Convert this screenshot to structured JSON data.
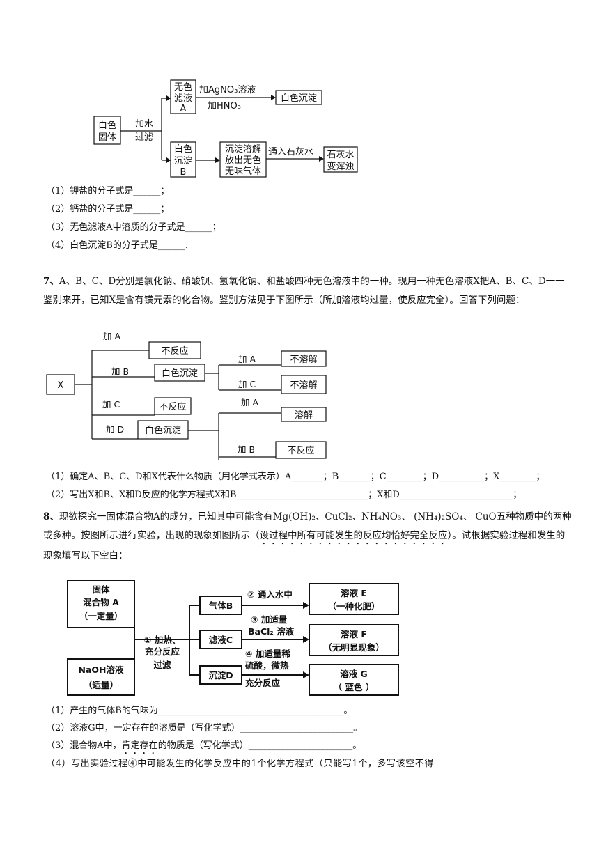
{
  "flow1": {
    "white_solid": [
      "白色",
      "固体"
    ],
    "add_water": "加水",
    "filter": "过滤",
    "filtrate_a": [
      "无色",
      "滤液",
      "A"
    ],
    "reagent_top": "加AgNO₃溶液",
    "reagent_bottom": "加HNO₃",
    "white_precipitate_result": "白色沉淀",
    "precipitate_b": [
      "白色",
      "沉淀",
      "B"
    ],
    "dissolve_box": [
      "沉淀溶解",
      "放出无色",
      "无味气体"
    ],
    "pass_limewater": "通入石灰水",
    "limewater_box": [
      "石灰水",
      "变浑浊"
    ]
  },
  "q6": {
    "items": [
      "（1）钾盐的分子式是______；",
      "（2）钙盐的分子式是______；",
      "（3）无色滤液A中溶质的分子式是______；",
      "（4）白色沉淀B的分子式是______."
    ]
  },
  "q7": {
    "number": "7、",
    "stem": "A、B、C、D分别是氯化钠、硝酸钡、氢氧化钠、和盐酸四种无色溶液中的一种。现用一种无色溶液X把A、B、C、D一一鉴别来开，已知X是含有镁元素的化合物。鉴别方法见于下图所示（所加溶液均过量，使反应完全）。回答下列问题：",
    "diagram": {
      "x": "X",
      "add_a": "加 A",
      "add_b": "加 B",
      "add_c": "加 C",
      "add_d": "加 D",
      "no_reaction": "不反应",
      "white_precipitate": "白色沉淀",
      "insoluble": "不溶解",
      "dissolves": "溶解"
    },
    "items": [
      "（1）确定A、B、C、D和X代表什么物质（用化学式表示）A_______；B_______；C________；D__________；X________；",
      "（2）写出X和B、X和D反应的化学方程式X和B_____________________________；X和D_________________________；"
    ]
  },
  "q8": {
    "number": "8、",
    "stem_1": "现欲探究一固体混合物A的成分，已知其中可能含有Mg(OH)₂、CuCl₂、NH₄NO₃、 (NH₄)₂SO₄、 CuO五种物质中的两种或多种。按图所示进行实验，出现的现象如图所示（",
    "stem_emph": "设过程中所有可能发生的反应均恰好完全反应",
    "stem_2": "）。试根据实验过程和发生的现象填写以下空白：",
    "diagram": {
      "solid_box": [
        "固体",
        "混合物 A",
        "（一定量）"
      ],
      "naoh_box": [
        "NaOH溶液",
        "（适量）"
      ],
      "step1": [
        "① 加热、",
        "充分反应",
        "过滤"
      ],
      "gas_b": "气体B",
      "filtrate_c": "滤液C",
      "precip_d": "沉淀D",
      "step2": "② 通入水中",
      "step3": [
        "③ 加适量",
        "BaCl₂ 溶液"
      ],
      "step4": [
        "④ 加适量稀",
        "硫酸，微热",
        "充分反应"
      ],
      "sol_e": [
        "溶液  E",
        "（一种化肥）"
      ],
      "sol_f": [
        "溶液  F",
        "（无明显现象）"
      ],
      "sol_g": [
        "溶液  G",
        "（ 蓝色 ）"
      ]
    },
    "items": [
      "（1）产生的气体B的气味为_________________________________________。",
      "（2）溶液G中，一定存在的溶质是（写化学式）_________________________。",
      "（3）混合物A中，",
      "肯定存在",
      "的物质是（写化学式）_______________________。",
      "（4）写出实验过程④中可能发生的化学反应中的1个化学方程式（只能写1个，多写该空不得"
    ]
  }
}
